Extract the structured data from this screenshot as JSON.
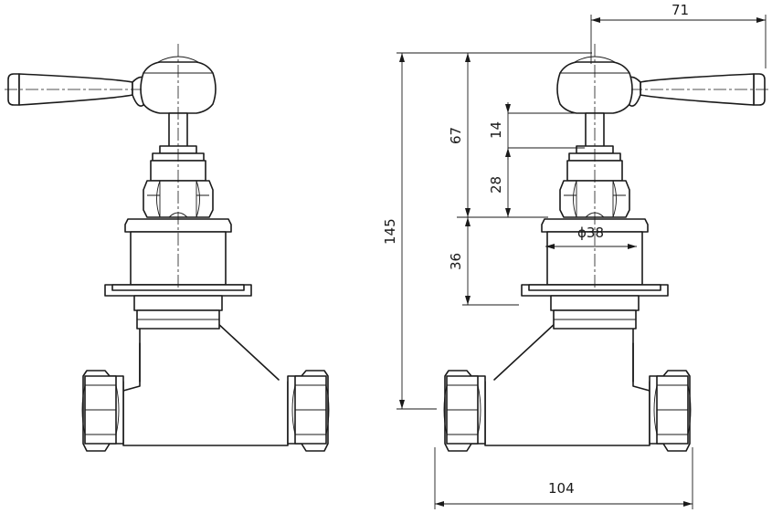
{
  "dimensions": {
    "handle_offset": "71",
    "overall_height": "145",
    "handle_to_flange": "67",
    "stem_height": "14",
    "bonnet_height": "28",
    "flange_diameter": "ϕ38",
    "body_height": "36",
    "overall_width": "104"
  },
  "views": [
    "front-view",
    "dimensioned-view"
  ]
}
